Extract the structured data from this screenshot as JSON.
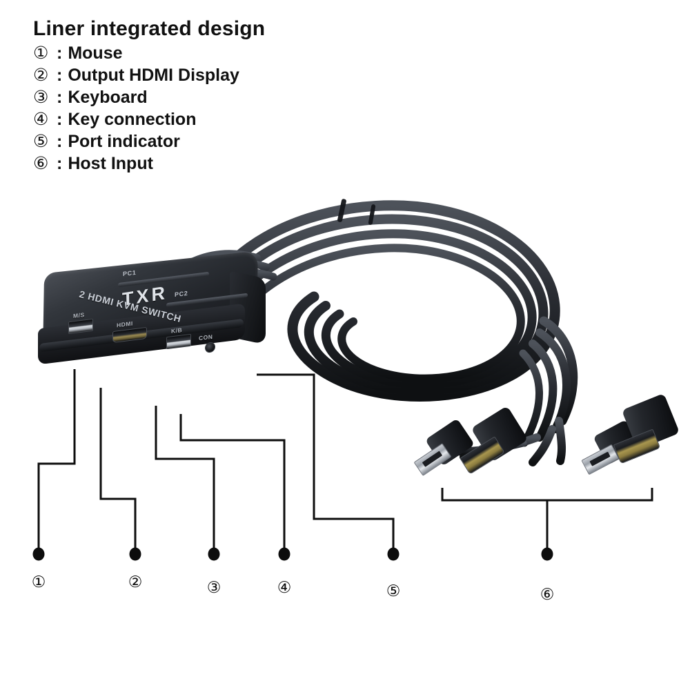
{
  "legend": {
    "title": "Liner integrated design",
    "separator": ":",
    "items": [
      {
        "num": "①",
        "label": "Mouse"
      },
      {
        "num": "②",
        "label": "Output HDMI Display"
      },
      {
        "num": "③",
        "label": "Keyboard"
      },
      {
        "num": "④",
        "label": "Key connection"
      },
      {
        "num": "⑤",
        "label": "Port indicator"
      },
      {
        "num": "⑥",
        "label": "Host Input"
      }
    ]
  },
  "device": {
    "brand": "TXR",
    "model_text": "2 HDMI KVM SWITCH",
    "indicators": [
      {
        "label": "PC1"
      },
      {
        "label": "PC2"
      }
    ],
    "ports": [
      {
        "label": "M/S",
        "type": "usb"
      },
      {
        "label": "HDMI",
        "type": "hdmi"
      },
      {
        "label": "K/B",
        "type": "usb"
      },
      {
        "label": "CON",
        "type": "jack"
      }
    ]
  },
  "connectors": [
    {
      "type": "usb-a"
    },
    {
      "type": "hdmi"
    },
    {
      "type": "usb-a"
    },
    {
      "type": "hdmi"
    }
  ],
  "callouts": [
    {
      "num": "①"
    },
    {
      "num": "②"
    },
    {
      "num": "③"
    },
    {
      "num": "④"
    },
    {
      "num": "⑤"
    },
    {
      "num": "⑥"
    }
  ],
  "colors": {
    "background": "#ffffff",
    "text": "#111111",
    "line": "#0d0d0d",
    "device_body": "#22252a",
    "metal": "#d9dde2"
  }
}
